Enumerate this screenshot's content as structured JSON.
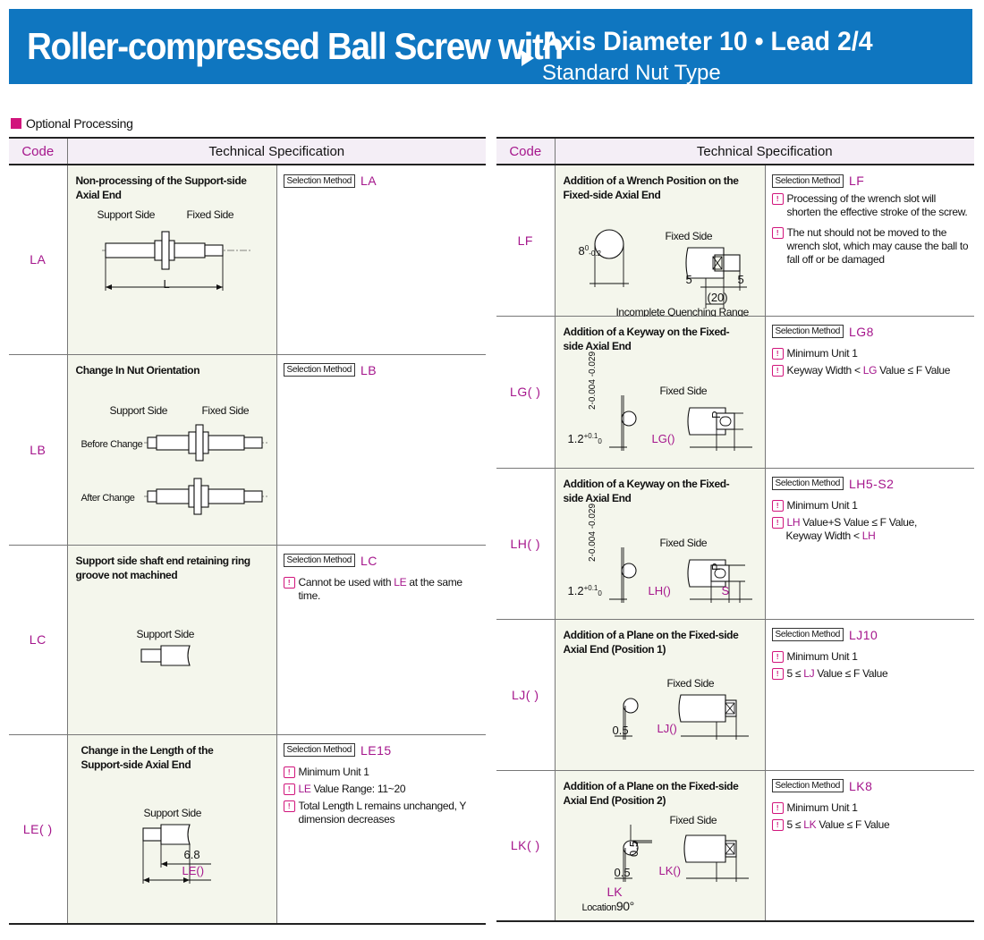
{
  "banner": {
    "title": "Roller-compressed Ball Screw with",
    "subtitle1": "Axis Diameter 10 • Lead 2/4",
    "subtitle2": "Standard Nut Type"
  },
  "section": {
    "title": "Optional Processing"
  },
  "headers": {
    "code": "Code",
    "tech": "Technical Specification"
  },
  "sel_label": "Selection Method",
  "left": [
    {
      "code": "LA",
      "title": "Non-processing of the Support-side Axial End",
      "sel": "LA",
      "labels": {
        "support": "Support Side",
        "fixed": "Fixed Side",
        "dim": "L"
      },
      "notes": []
    },
    {
      "code": "LB",
      "title": "Change In Nut Orientation",
      "sel": "LB",
      "labels": {
        "support": "Support Side",
        "fixed": "Fixed Side",
        "before": "Before Change",
        "after": "After Change"
      },
      "notes": []
    },
    {
      "code": "LC",
      "title": "Support side shaft end retaining ring groove not machined",
      "sel": "LC",
      "labels": {
        "support": "Support Side"
      },
      "notes": [
        {
          "pre": "Cannot be used with ",
          "hl": "LE",
          "post": " at the same time."
        }
      ]
    },
    {
      "code": "LE( )",
      "title": "Change in the Length of the Support-side Axial End",
      "sel": "LE15",
      "labels": {
        "support": "Support Side",
        "dim1": "6.8",
        "dim2": "LE()"
      },
      "notes": [
        {
          "pre": "Minimum Unit 1",
          "hl": "",
          "post": ""
        },
        {
          "pre": "",
          "hl": "LE",
          "post": " Value Range: 11~20"
        },
        {
          "pre": "Total Length L remains unchanged, Y dimension decreases",
          "hl": "",
          "post": ""
        }
      ]
    }
  ],
  "right": [
    {
      "code": "LF",
      "title": "Addition of a Wrench Position on the Fixed-side Axial End",
      "sel": "LF",
      "labels": {
        "fixed": "Fixed Side",
        "dim_a": "8",
        "dim_a_sup": "0",
        "dim_a_sub": "-0.2",
        "dim_b": "5",
        "dim_c": "5",
        "dim_d": "(20)",
        "range": "Incomplete Quenching Range"
      },
      "notes": [
        {
          "pre": "Processing of the wrench slot will shorten the effective stroke of the screw.",
          "hl": "",
          "post": ""
        },
        {
          "pre": "The nut should not be moved to the wrench slot, which may cause the ball to fall off or be damaged",
          "hl": "",
          "post": ""
        }
      ]
    },
    {
      "code": "LG( )",
      "title": "Addition of a Keyway on the Fixed-side Axial End",
      "sel": "LG8",
      "labels": {
        "fixed": "Fixed Side",
        "tol": "2-0.004 -0.029",
        "dim_a": "1.2",
        "dim_a_sup": "+0.1",
        "dim_a_sub": "0",
        "key": "LG()",
        "p": "P"
      },
      "notes": [
        {
          "pre": "Minimum Unit 1",
          "hl": "",
          "post": ""
        },
        {
          "pre": "Keyway Width < ",
          "hl": "LG",
          "post": " Value ≤ F Value"
        }
      ]
    },
    {
      "code": "LH( )",
      "title": "Addition of a Keyway on the Fixed-side Axial End",
      "sel": "LH5-S2",
      "labels": {
        "fixed": "Fixed Side",
        "tol": "2-0.004 -0.029",
        "dim_a": "1.2",
        "dim_a_sup": "+0.1",
        "dim_a_sub": "0",
        "key": "LH()",
        "p": "P",
        "s": "S"
      },
      "notes": [
        {
          "pre": "Minimum Unit 1",
          "hl": "",
          "post": ""
        },
        {
          "pre": "",
          "hl": "LH",
          "post": " Value+S Value ≤ F Value,"
        },
        {
          "pre": "Keyway Width < ",
          "hl": "LH",
          "post": ""
        }
      ]
    },
    {
      "code": "LJ( )",
      "title": "Addition of a Plane on the Fixed-side Axial End (Position 1)",
      "sel": "LJ10",
      "labels": {
        "fixed": "Fixed Side",
        "dim_a": "0.5",
        "key": "LJ()"
      },
      "notes": [
        {
          "pre": "Minimum Unit 1",
          "hl": "",
          "post": ""
        },
        {
          "pre": "5 ≤ ",
          "hl": "LJ",
          "post": " Value ≤ F Value"
        }
      ]
    },
    {
      "code": "LK( )",
      "title": "Addition of a Plane on the Fixed-side Axial End (Position 2)",
      "sel": "LK8",
      "labels": {
        "fixed": "Fixed Side",
        "dim_a": "0.5",
        "dim_b": "0.5",
        "key": "LK()",
        "lk": "LK",
        "loc": "Location",
        "deg": "90°"
      },
      "notes": [
        {
          "pre": "Minimum Unit 1",
          "hl": "",
          "post": ""
        },
        {
          "pre": "5 ≤ ",
          "hl": "LK",
          "post": " Value ≤ F Value"
        }
      ]
    }
  ]
}
